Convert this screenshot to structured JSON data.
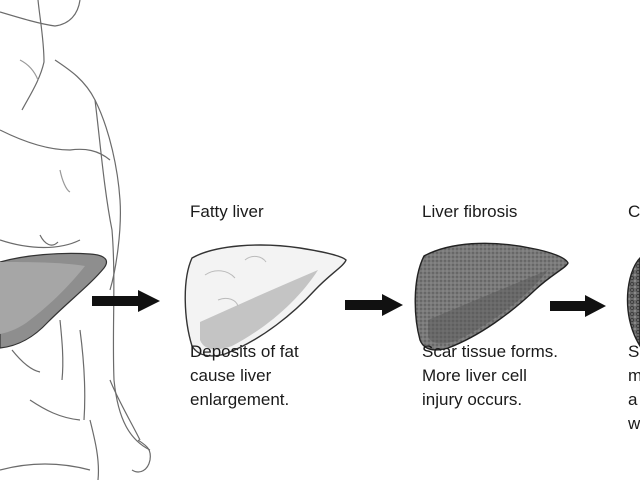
{
  "stages": [
    {
      "title": "Fatty liver",
      "lines": [
        "Deposits of fat",
        "cause liver",
        "enlargement."
      ]
    },
    {
      "title": "Liver fibrosis",
      "lines": [
        "Scar tissue forms.",
        "More liver cell",
        "injury occurs."
      ]
    },
    {
      "title": "C",
      "lines": [
        "S",
        "m",
        "a",
        "w"
      ]
    }
  ],
  "colors": {
    "ink": "#1a1a1a",
    "healthy_liver": "#8e8e8e",
    "fatty_liver": "#f2f2f2",
    "fibrosis_liver": "#6e6e6e",
    "arrow": "#111111"
  },
  "icons": [
    "human-torso-sketch",
    "right-arrow-icon"
  ]
}
